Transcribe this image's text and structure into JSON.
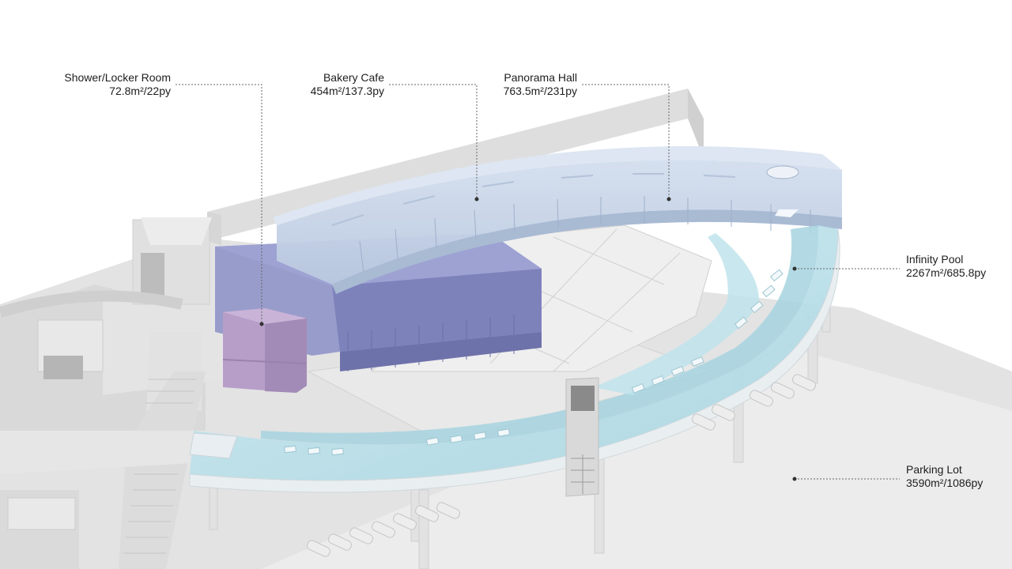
{
  "labels": {
    "shower": {
      "name": "Shower/Locker Room",
      "area": "72.8m²/22py"
    },
    "bakery": {
      "name": "Bakery Cafe",
      "area": "454m²/137.3py"
    },
    "panorama": {
      "name": "Panorama Hall",
      "area": "763.5m²/231py"
    },
    "pool": {
      "name": "Infinity Pool",
      "area": "2267m²/685.8py"
    },
    "parking": {
      "name": "Parking Lot",
      "area": "3590m²/1086py"
    }
  },
  "colors": {
    "background": "#ffffff",
    "massing": "#e6e6e6",
    "panorama_hall": "#c9d6e8",
    "bakery_cafe": "#8f93c8",
    "shower_room": "#b79ec9",
    "infinity_pool": "#bfe3ec",
    "leader_line": "#666666",
    "text": "#1d1d1d"
  }
}
